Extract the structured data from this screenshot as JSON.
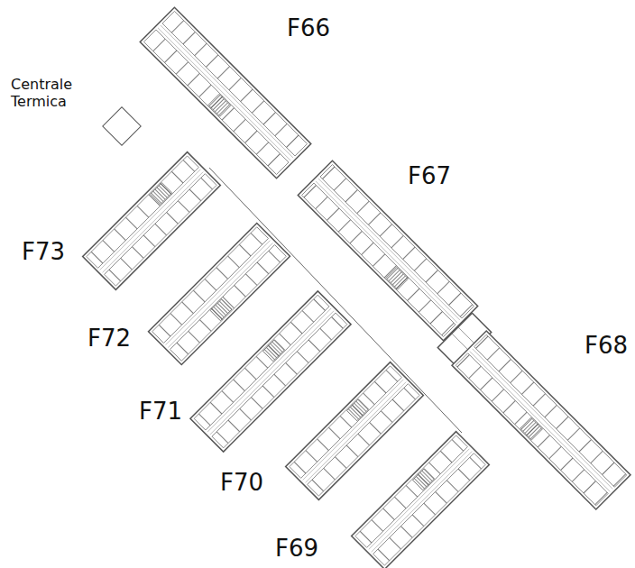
{
  "diagram": {
    "labels": [
      "F66",
      "Centrale Termica",
      "F67",
      "F73",
      "F72",
      "F68",
      "F71",
      "F70",
      "F69"
    ]
  }
}
